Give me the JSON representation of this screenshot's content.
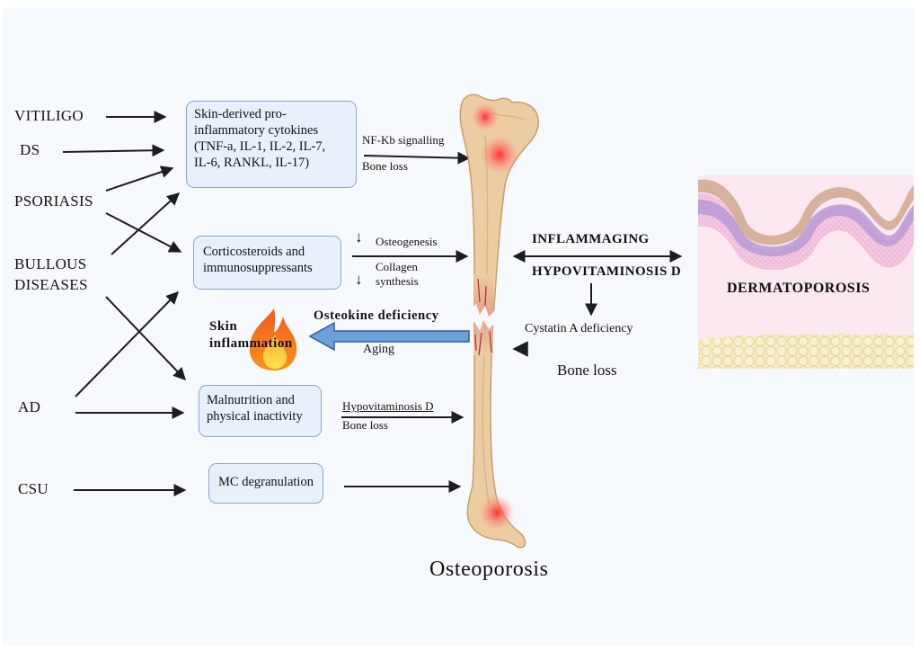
{
  "title": "Osteoporosis",
  "conditions": {
    "vitiligo": "VITILIGO",
    "ds": "DS",
    "psoriasis": "PSORIASIS",
    "bullous_line1": "BULLOUS",
    "bullous_line2": "DISEASES",
    "ad": "AD",
    "csu": "CSU"
  },
  "boxes": {
    "cytokines": [
      "Skin-derived pro-",
      "inflammatory cytokines",
      "(TNF-a, IL-1, IL-2, IL-7,",
      "IL-6, RANKL, IL-17)"
    ],
    "corticosteroids": [
      "Corticosteroids  and",
      "immunosuppressants"
    ],
    "malnutrition": [
      "Malnutrition and",
      "physical inactivity"
    ],
    "mc": [
      "MC degranulation"
    ]
  },
  "mechanisms": {
    "nfkb": "NF-Kb signalling",
    "bone_loss_1": "Bone loss",
    "osteogenesis_arrow": "↓",
    "osteogenesis": "Osteogenesis",
    "collagen_arrow": "↓",
    "collagen_line1": "Collagen",
    "collagen_line2": "synthesis",
    "hypovit": "Hypovitaminosis D",
    "bone_loss_2": "Bone loss"
  },
  "inflammation": {
    "label_line1": "Skin",
    "label_line2": "inflammation",
    "osteokine": "Osteokine deficiency",
    "aging": "Aging"
  },
  "right": {
    "inflammaging": "INFLAMMAGING",
    "hypovitaminosis": "HYPOVITAMINOSIS D",
    "cystatin": "Cystatin A deficiency",
    "bone_loss": "Bone loss",
    "dermatoporosis": "DERMATOPOROSIS"
  },
  "colors": {
    "box_fill": "#e7f0fb",
    "box_border": "#8aa8cf",
    "bone": "#eccda3",
    "bone_inflamed": "#ff3b3b",
    "blue_arrow": "#6f9fd8",
    "skin_pink": "#fbe8f1",
    "skin_purple": "#b99ad6",
    "fat": "#f6e6b5"
  }
}
